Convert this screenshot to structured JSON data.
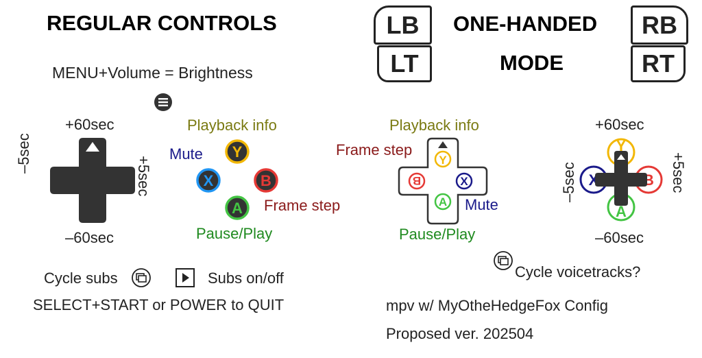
{
  "regular": {
    "title": "REGULAR CONTROLS",
    "brightness_note": "MENU+Volume = Brightness",
    "dpad": {
      "up": "+60sec",
      "down": "–60sec",
      "left": "–5sec",
      "right": "+5sec"
    },
    "buttons": {
      "y": {
        "letter": "Y",
        "label": "Playback info"
      },
      "x": {
        "letter": "X",
        "label": "Mute"
      },
      "b": {
        "letter": "B",
        "label": "Frame step"
      },
      "a": {
        "letter": "A",
        "label": "Pause/Play"
      }
    },
    "select_label": "Cycle subs",
    "start_label": "Subs on/off",
    "quit_note": "SELECT+START or POWER to QUIT"
  },
  "one_handed": {
    "title_line1": "ONE-HANDED",
    "title_line2": "MODE",
    "shoulders": {
      "lb": "LB",
      "lt": "LT",
      "rb": "RB",
      "rt": "RT"
    },
    "left_pad": {
      "up_label": "Playback info",
      "left_label": "Frame step",
      "right_label": "Mute",
      "down_label": "Pause/Play",
      "letters": {
        "y": "Y",
        "b": "B",
        "x": "X",
        "a": "A"
      }
    },
    "right_pad": {
      "up": "+60sec",
      "down": "–60sec",
      "left": "–5sec",
      "right": "+5sec",
      "letters": {
        "y": "Y",
        "x": "X",
        "b": "B",
        "a": "A"
      }
    },
    "select_label": "Cycle voicetracks?"
  },
  "footer": {
    "config": "mpv w/ MyOtheHedgeFox Config",
    "version": "Proposed ver. 202504"
  },
  "colors": {
    "y": "#f2b705",
    "x": "#2196f3",
    "b": "#e53935",
    "a": "#43c443",
    "pad": "#333333",
    "olive": "#7a7a12",
    "navy": "#1a1a8a",
    "maroon": "#8a1a1a",
    "green": "#1f8a1f"
  }
}
